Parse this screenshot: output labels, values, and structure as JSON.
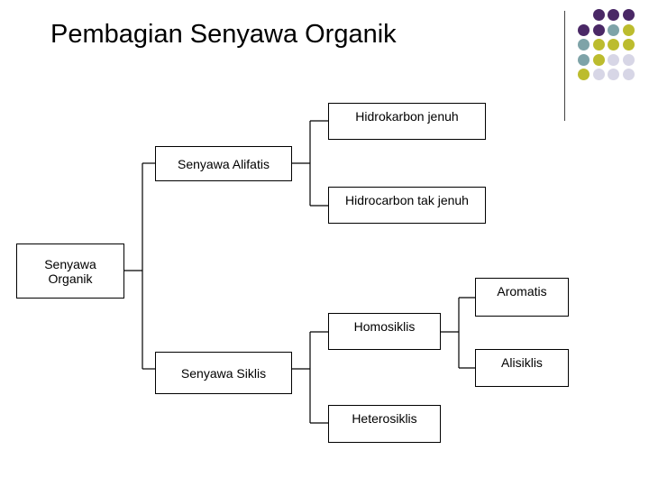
{
  "slide": {
    "title": "Pembagian Senyawa Organik"
  },
  "decoration": {
    "colors": {
      "purple": "#4a2866",
      "teal": "#7ea3a8",
      "olive": "#bcbc2e",
      "lavender": "#d7d6e6"
    },
    "dot_rows": [
      [
        "",
        "purple",
        "purple",
        "purple"
      ],
      [
        "purple",
        "purple",
        "teal",
        "olive"
      ],
      [
        "teal",
        "olive",
        "olive",
        "olive"
      ],
      [
        "teal",
        "olive",
        "lavender",
        "lavender"
      ],
      [
        "olive",
        "lavender",
        "lavender",
        "lavender"
      ]
    ]
  },
  "diagram": {
    "root": "Senyawa Organik",
    "alifatis": "Senyawa Alifatis",
    "hidrokarbon_jenuh": "Hidrokarbon jenuh",
    "hidrocarbon_tak_jenuh": "Hidrocarbon tak jenuh",
    "siklis": "Senyawa Siklis",
    "homosiklis": "Homosiklis",
    "heterosiklis": "Heterosiklis",
    "aromatis": "Aromatis",
    "alisiklis": "Alisiklis"
  }
}
